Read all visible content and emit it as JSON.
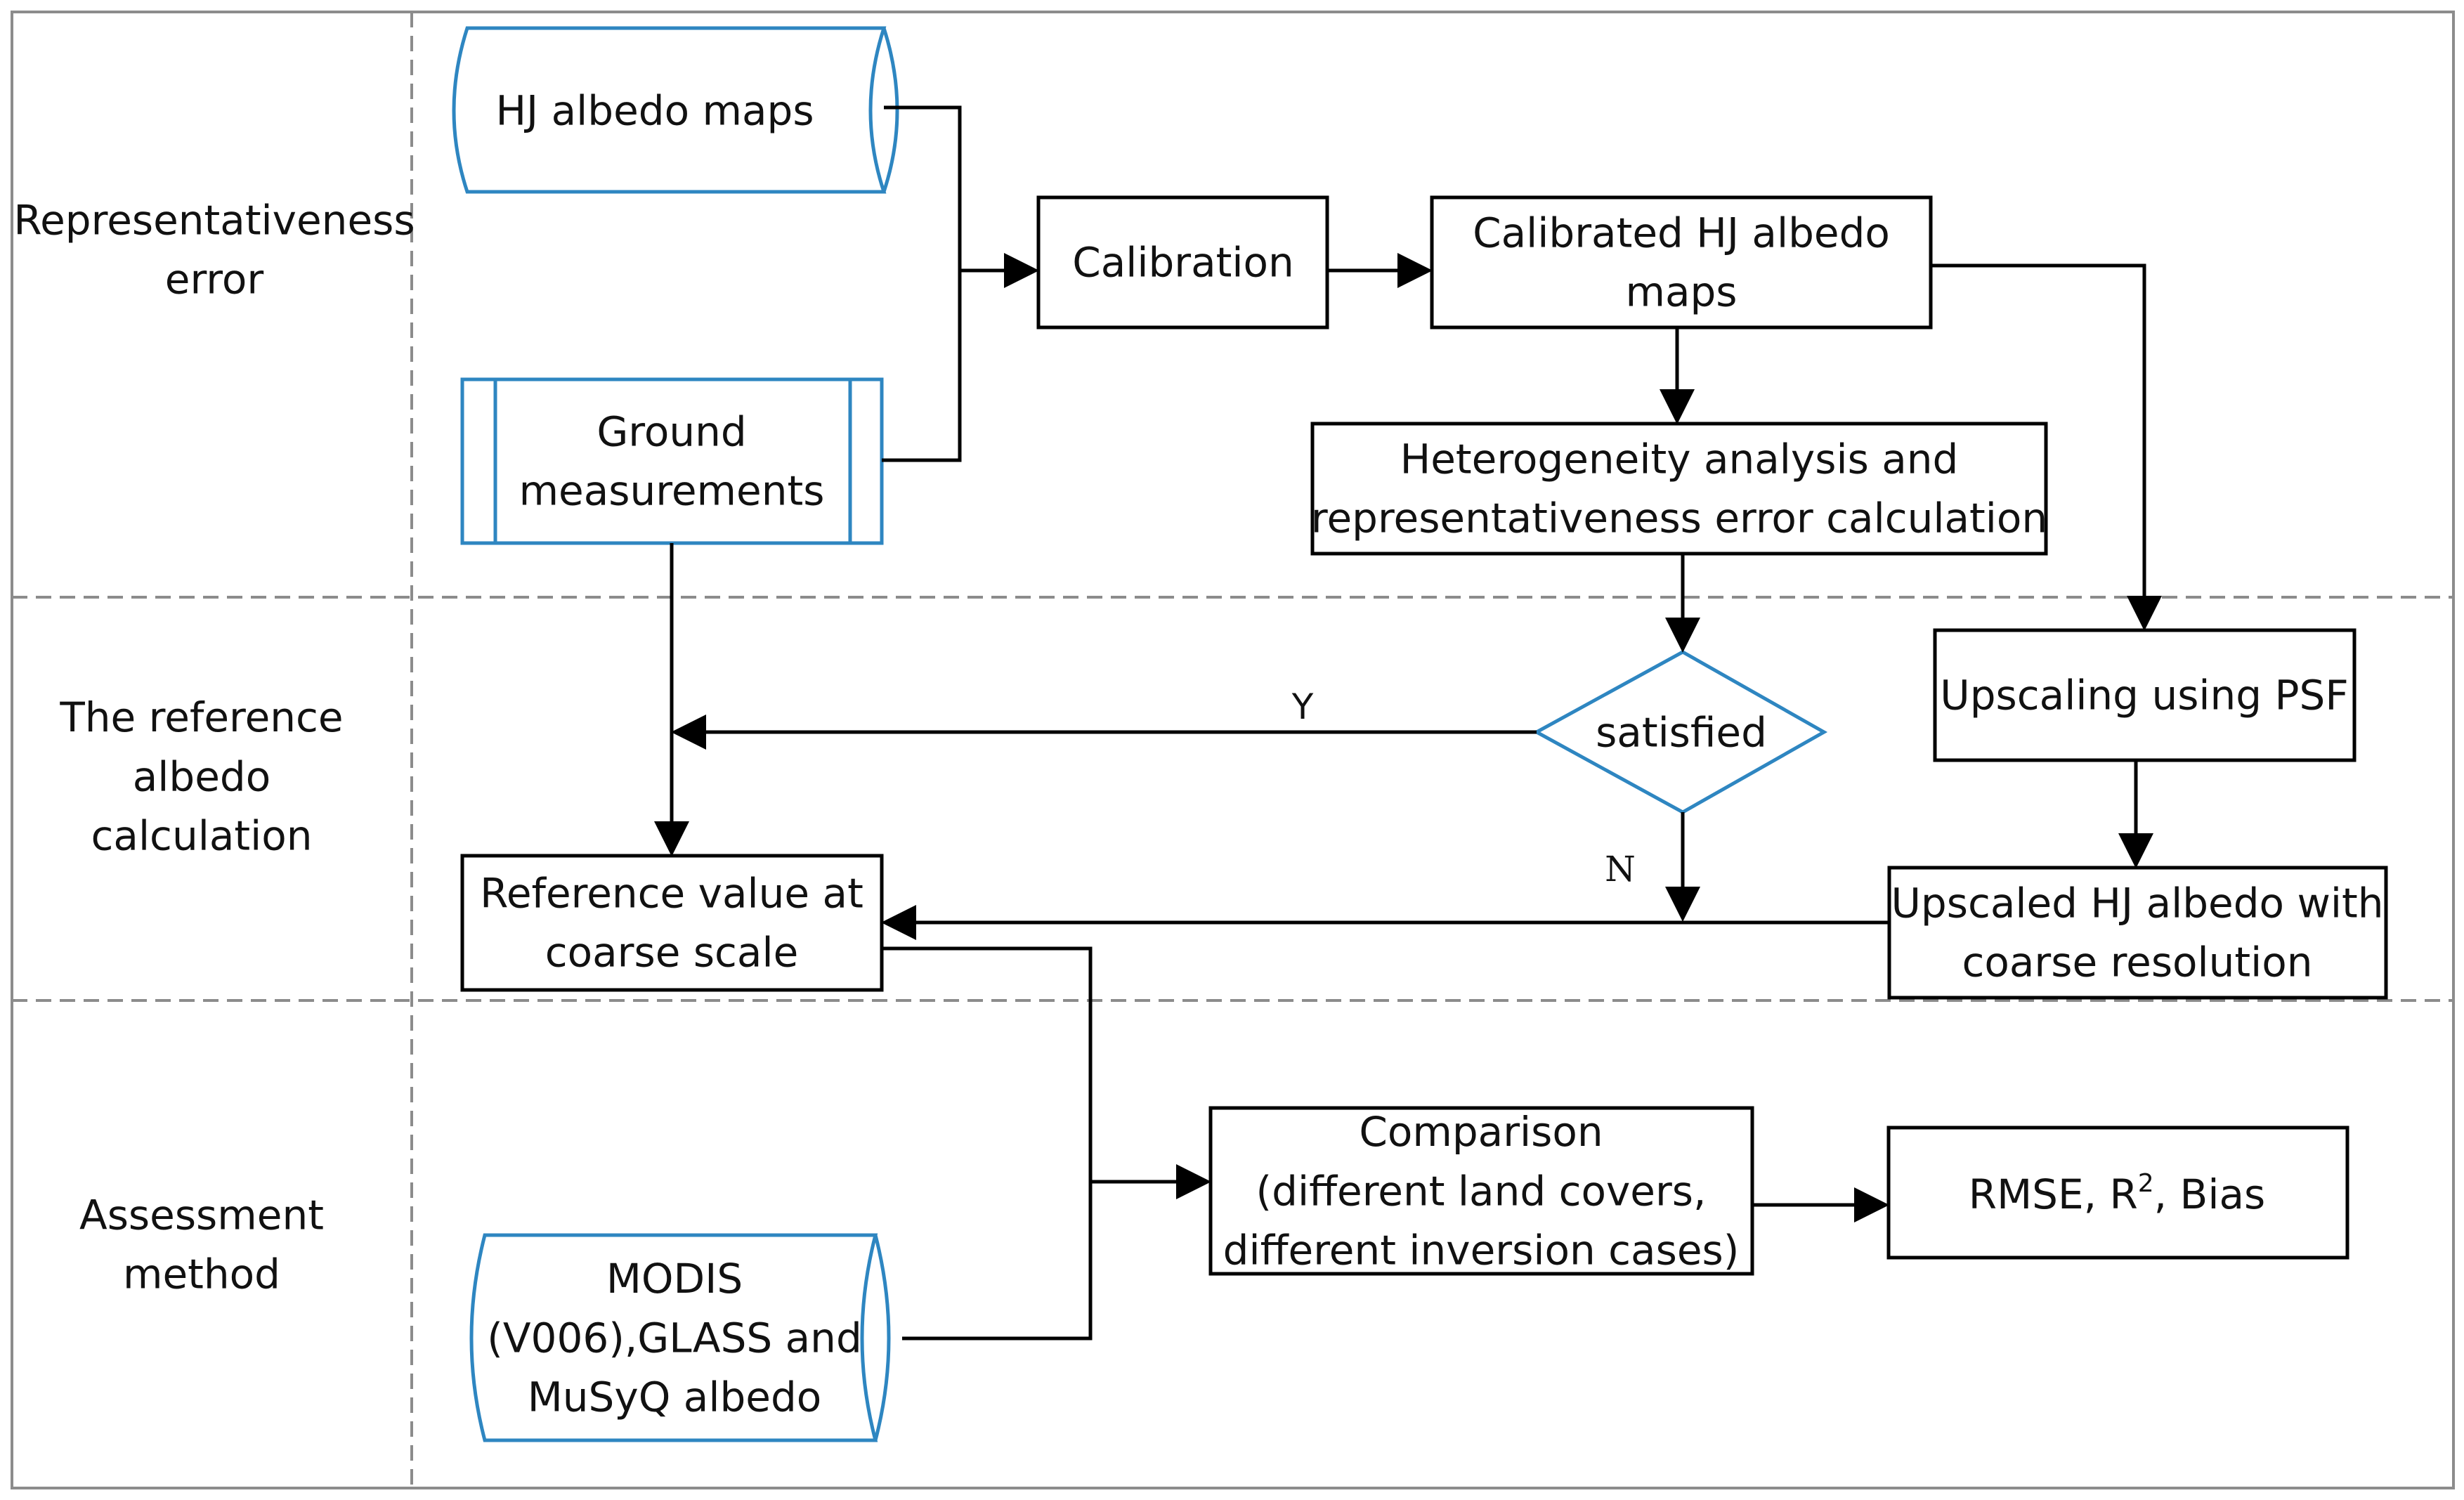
{
  "lanes": {
    "representativeness": [
      "Representativeness",
      "error"
    ],
    "reference": [
      "The reference",
      "albedo",
      "calculation"
    ],
    "assessment": [
      "Assessment",
      "method"
    ]
  },
  "nodes": {
    "hj_albedo_maps": [
      "HJ albedo maps"
    ],
    "ground_measurements": [
      "Ground",
      "measurements"
    ],
    "calibration": [
      "Calibration"
    ],
    "calibrated_hj": [
      "Calibrated HJ albedo",
      "maps"
    ],
    "heterogeneity": [
      "Heterogeneity analysis and",
      "representativeness error calculation"
    ],
    "satisfied": [
      "satisfied"
    ],
    "upscaling": [
      "Upscaling  using PSF"
    ],
    "upscaled_hj": [
      "Upscaled HJ albedo with",
      "coarse resolution"
    ],
    "reference_value": [
      "Reference value at",
      "coarse scale"
    ],
    "comparison": [
      "Comparison",
      "(different land covers,",
      "different inversion cases)"
    ],
    "products": [
      "MODIS",
      "(V006),GLASS and",
      "MuSyQ albedo"
    ],
    "metrics": {
      "rmse": "RMSE, R",
      "superscript": "2",
      "rest": ", Bias"
    }
  },
  "edges": {
    "yes_label": "Y",
    "no_label": "N"
  },
  "colors": {
    "data_store_stroke": "#2e86c1",
    "box_stroke": "#000000",
    "divider": "#8c8c8c"
  }
}
